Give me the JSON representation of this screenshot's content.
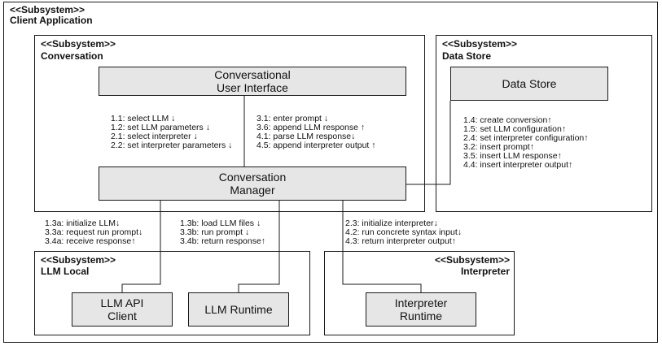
{
  "client_app": {
    "stereotype": "<<Subsystem>>",
    "name": "Client Application"
  },
  "conversation": {
    "stereotype": "<<Subsystem>>",
    "name": "Conversation"
  },
  "data_store_sub": {
    "stereotype": "<<Subsystem>>",
    "name": "Data Store"
  },
  "llm_local": {
    "stereotype": "<<Subsystem>>",
    "name": "LLM Local"
  },
  "interpreter_sub": {
    "stereotype": "<<Subsystem>>",
    "name": "Interpreter"
  },
  "components": {
    "cui": [
      "Conversational",
      "User Interface"
    ],
    "manager": [
      "Conversation",
      "Manager"
    ],
    "data_store": "Data Store",
    "llm_api": [
      "LLM API",
      "Client"
    ],
    "llm_runtime": "LLM Runtime",
    "interp_runtime": [
      "Interpreter",
      "Runtime"
    ]
  },
  "messages": {
    "cui_left": [
      "1.1: select LLM ↓",
      "1.2: set LLM parameters ↓",
      "2.1: select interpreter ↓",
      "2.2: set interpreter parameters ↓"
    ],
    "cui_right": [
      "3.1: enter prompt ↓",
      "3.6: append LLM response ↑",
      "4.1: parse LLM response↓",
      "4.5: append interpreter output ↑"
    ],
    "data_store": [
      "1.4: create conversion↑",
      "1.5: set LLM configuration↑",
      "2.4: set interpreter configuration↑",
      "3.2: insert prompt↑",
      "3.5: insert LLM response↑",
      "4.4: insert interpreter output↑"
    ],
    "llm_api": [
      "1.3a: initialize LLM↓",
      "3.3a: request run prompt↓",
      "3.4a: receive response↑"
    ],
    "llm_runtime": [
      "1.3b: load LLM files ↓",
      "3.3b: run prompt ↓",
      "3.4b: return response↑"
    ],
    "interpreter": [
      "2.3: initialize interpreter↓",
      "4.2: run concrete syntax input↓",
      "4.3: return interpreter output↑"
    ]
  }
}
